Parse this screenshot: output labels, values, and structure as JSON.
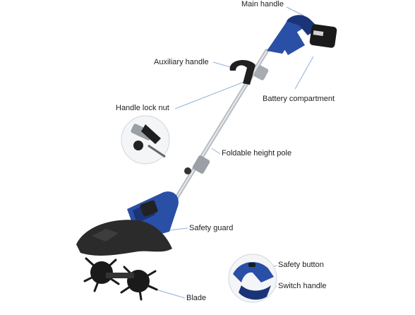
{
  "labels": {
    "main_handle": "Main handle",
    "auxiliary_handle": "Auxiliary handle",
    "battery_compartment": "Battery compartment",
    "handle_lock_nut": "Handle lock nut",
    "foldable_height_pole": "Foldable height pole",
    "safety_guard": "Safety guard",
    "safety_button": "Safety button",
    "switch_handle": "Switch handle",
    "blade": "Blade"
  },
  "colors": {
    "body_blue": "#2a4fa6",
    "body_blue_dark": "#1b3478",
    "pole_gray": "#b9bec4",
    "guard_black": "#2b2b2b",
    "callout_line": "#8fb3d6"
  }
}
